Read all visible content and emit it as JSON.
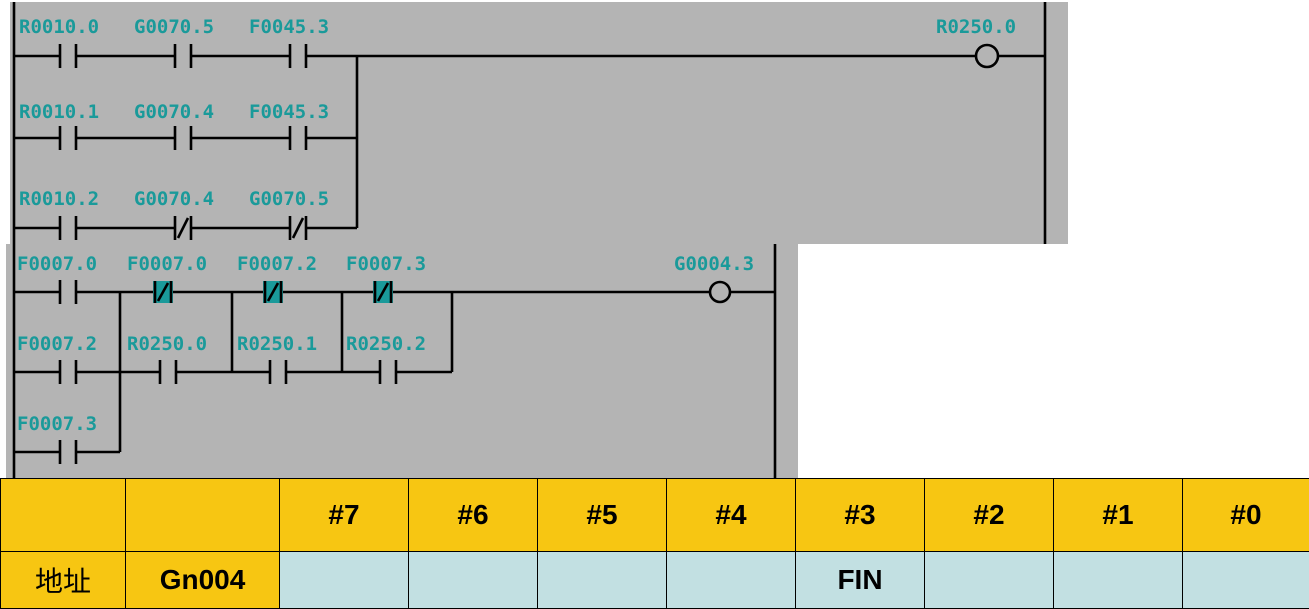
{
  "rung1": {
    "contacts": [
      [
        "R0010.0",
        "G0070.5",
        "F0045.3"
      ],
      [
        "R0010.1",
        "G0070.4",
        "F0045.3"
      ],
      [
        "R0010.2",
        "G0070.4",
        "G0070.5"
      ]
    ],
    "coil": "R0250.0"
  },
  "rung2": {
    "branch_contacts": [
      "F0007.0",
      "F0007.2",
      "F0007.3"
    ],
    "nc_contacts": [
      "F0007.0",
      "F0007.2",
      "F0007.3"
    ],
    "parallel_contacts": [
      "R0250.0",
      "R0250.1",
      "R0250.2"
    ],
    "coil": "G0004.3"
  },
  "colors": {
    "ladder_bg": "#b4b4b4",
    "address_text": "#1a9a9a",
    "highlight": "#1a9a9a",
    "table_header": "#f7c612",
    "table_row": "#c2e0e2"
  },
  "table": {
    "headers": [
      "",
      "",
      "#7",
      "#6",
      "#5",
      "#4",
      "#3",
      "#2",
      "#1",
      "#0"
    ],
    "row": [
      "地址",
      "Gn004",
      "",
      "",
      "",
      "",
      "FIN",
      "",
      "",
      ""
    ]
  }
}
